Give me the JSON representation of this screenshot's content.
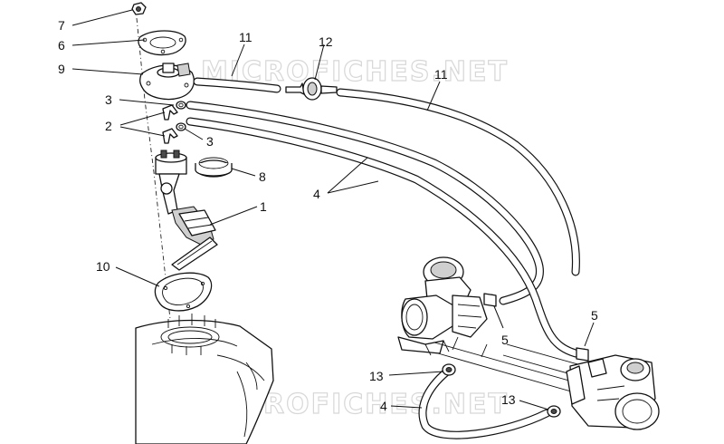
{
  "watermarks": [
    {
      "text": "MICROFICHES.NET"
    },
    {
      "text": "MICROFICHES.NET"
    }
  ],
  "callouts": [
    {
      "text": "7"
    },
    {
      "text": "6"
    },
    {
      "text": "9"
    },
    {
      "text": "3"
    },
    {
      "text": "2"
    },
    {
      "text": "3"
    },
    {
      "text": "8"
    },
    {
      "text": "1"
    },
    {
      "text": "10"
    },
    {
      "text": "11"
    },
    {
      "text": "12"
    },
    {
      "text": "11"
    },
    {
      "text": "4"
    },
    {
      "text": "5"
    },
    {
      "text": "5"
    },
    {
      "text": "13"
    },
    {
      "text": "13"
    },
    {
      "text": "4"
    }
  ]
}
